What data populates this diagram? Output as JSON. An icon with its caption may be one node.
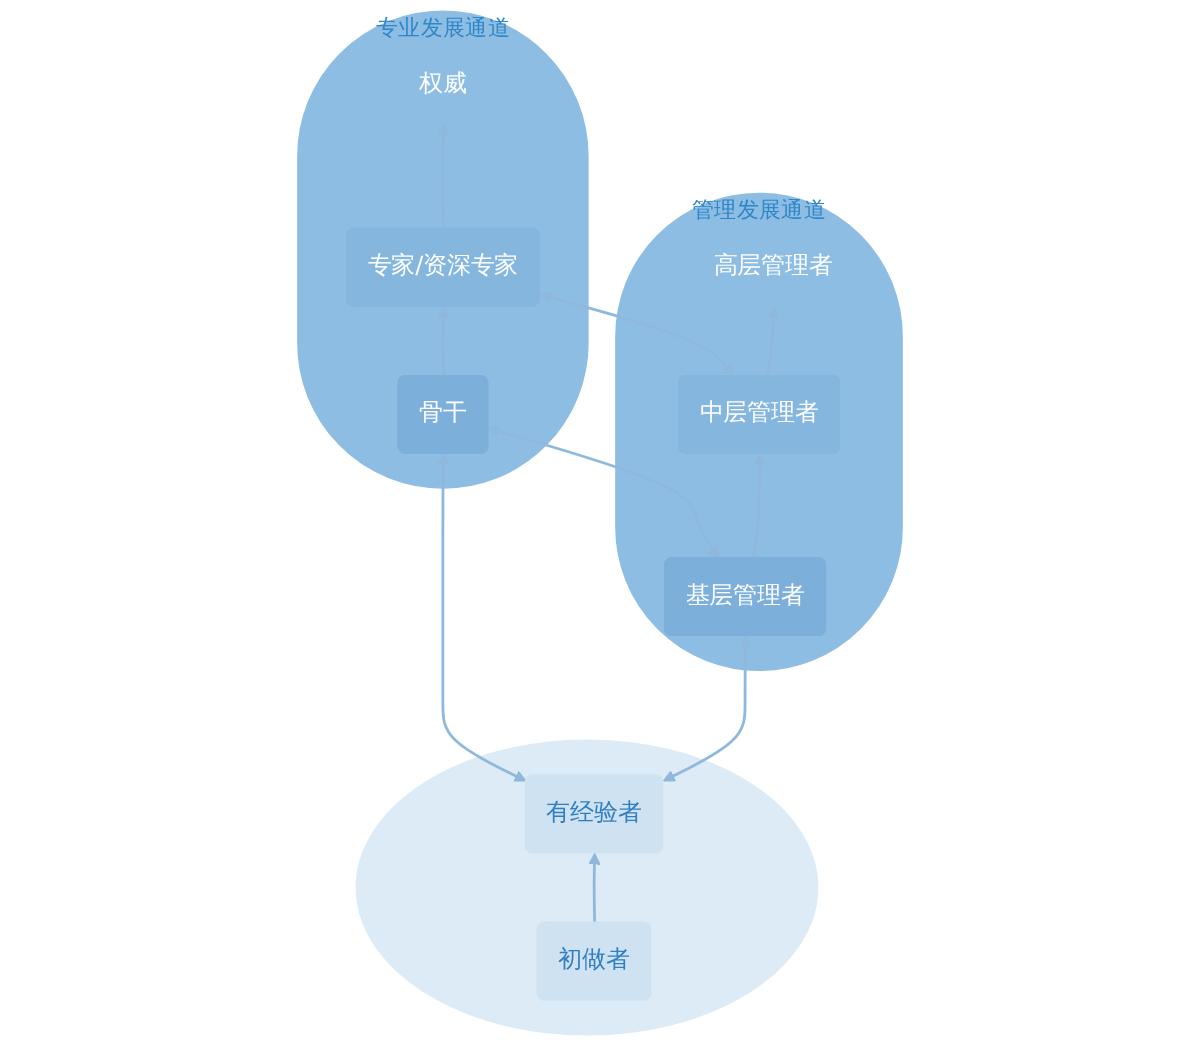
{
  "diagram": {
    "nodes": [
      {
        "text": [
          "管理发展通道"
        ]
      },
      {
        "text": [
          "高层管理者"
        ],
        "in": 0
      },
      {
        "text": [
          "中层管理者"
        ],
        "in": 0
      },
      {
        "text": [
          "基层管理者"
        ],
        "in": 0
      },
      {
        "text": [
          "专业发展通道"
        ]
      },
      {
        "text": [
          "权威"
        ],
        "in": 4
      },
      {
        "text": [
          "专家/资深专家"
        ],
        "in": 4
      },
      {
        "text": [
          "骨干"
        ],
        "in": 4
      },
      {
        "text": [],
        "shape": "circle"
      },
      {
        "text": [
          "有经验者"
        ],
        "in": 8
      },
      {
        "text": [
          "初做者"
        ],
        "in": 8
      }
    ],
    "edges": [
      {
        "from": 2,
        "to": 1,
        "arrow": "to"
      },
      {
        "from": 3,
        "to": 2,
        "arrow": "to"
      },
      {
        "from": 6,
        "to": 5,
        "arrow": "to"
      },
      {
        "from": 7,
        "to": 6,
        "arrow": "to"
      },
      {
        "from": 10,
        "to": 9,
        "arrow": "to"
      },
      {
        "from": 2,
        "to": 6,
        "arrow": "both"
      },
      {
        "from": 3,
        "to": 7,
        "arrow": "both"
      },
      {
        "from": 9,
        "to": 3,
        "arrow": "both"
      },
      {
        "from": 9,
        "to": 7,
        "arrow": "both"
      }
    ]
  }
}
